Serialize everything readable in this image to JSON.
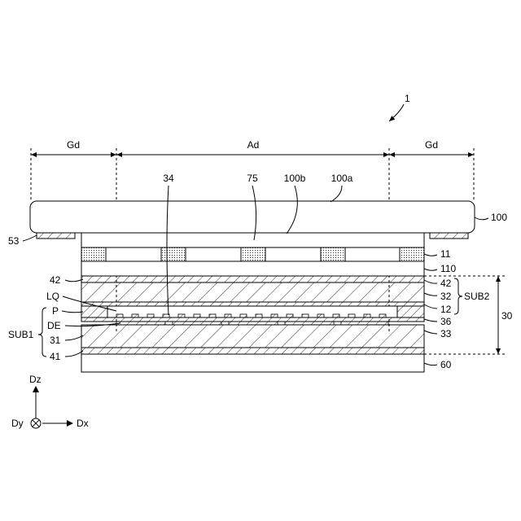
{
  "figure": {
    "device_label": "1",
    "regions": {
      "left": "Gd",
      "center": "Ad",
      "right": "Gd"
    },
    "top_labels": {
      "l34": "34",
      "l75": "75",
      "l100b": "100b",
      "l100a": "100a"
    },
    "right_labels": {
      "l100": "100",
      "l11": "11",
      "l110": "110",
      "l42": "42",
      "l32": "32",
      "l12": "12",
      "l36": "36",
      "l33": "33",
      "l60": "60",
      "sub2": "SUB2",
      "l30": "30"
    },
    "left_labels": {
      "l53": "53",
      "l42": "42",
      "lq": "LQ",
      "p": "P",
      "de": "DE",
      "l31": "31",
      "l41": "41",
      "sub1": "SUB1"
    },
    "axes": {
      "dz": "Dz",
      "dy": "Dy",
      "dx": "Dx"
    }
  }
}
